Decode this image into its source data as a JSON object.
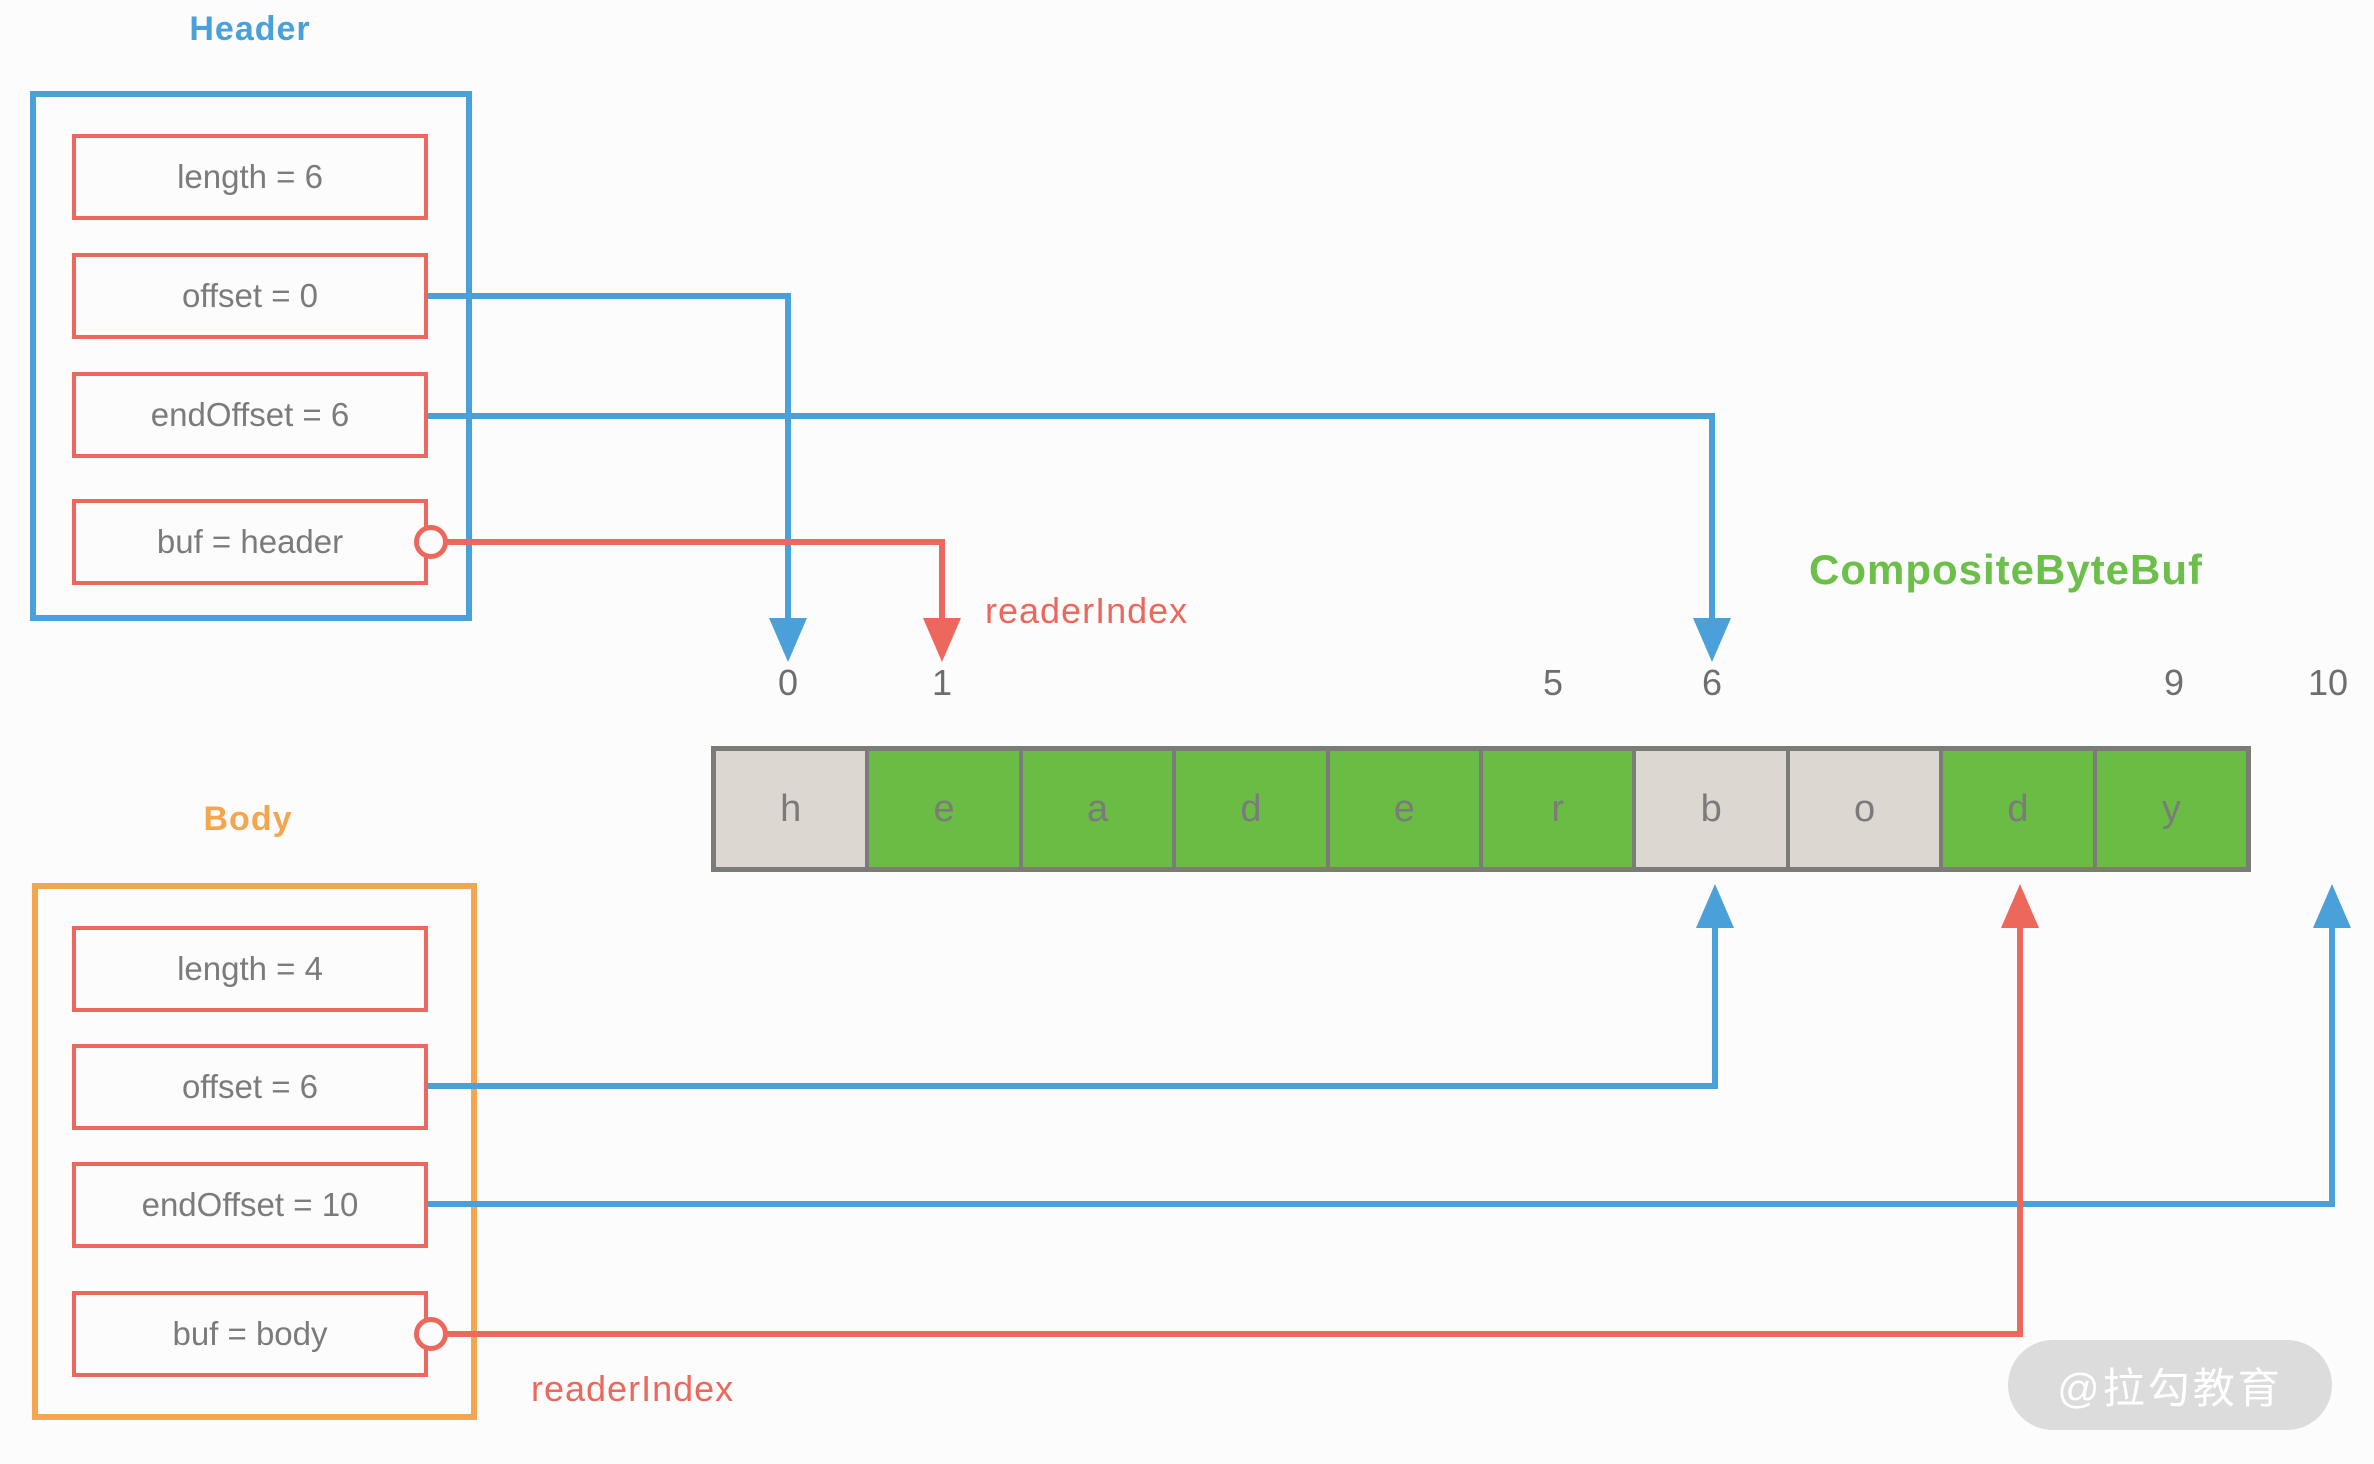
{
  "colors": {
    "blue": "#4aa0d8",
    "red": "#ec685c",
    "orange": "#f5a54f",
    "green": "#6cc04a",
    "cell-green": "#6abc44",
    "cell-gray": "#dcd7d1",
    "cell-border": "#7b7b78",
    "text-gray": "#7b7b7b",
    "label-gray": "#6e6e6e",
    "watermark-bg": "#dcdcdc",
    "watermark-text": "#ffffff",
    "page-bg": "#fcfcfc"
  },
  "header_group": {
    "title": "Header",
    "fields": [
      {
        "label": "length = 6"
      },
      {
        "label": "offset = 0"
      },
      {
        "label": "endOffset = 6"
      },
      {
        "label": "buf = header"
      }
    ]
  },
  "body_group": {
    "title": "Body",
    "fields": [
      {
        "label": "length = 4"
      },
      {
        "label": "offset = 6"
      },
      {
        "label": "endOffset = 10"
      },
      {
        "label": "buf = body"
      }
    ]
  },
  "buffer": {
    "title": "CompositeByteBuf",
    "cells": [
      {
        "char": "h",
        "state": "read"
      },
      {
        "char": "e",
        "state": "data"
      },
      {
        "char": "a",
        "state": "data"
      },
      {
        "char": "d",
        "state": "data"
      },
      {
        "char": "e",
        "state": "data"
      },
      {
        "char": "r",
        "state": "data"
      },
      {
        "char": "b",
        "state": "read"
      },
      {
        "char": "o",
        "state": "read"
      },
      {
        "char": "d",
        "state": "data"
      },
      {
        "char": "y",
        "state": "data"
      }
    ],
    "index_labels": [
      "0",
      "1",
      "5",
      "6",
      "9",
      "10"
    ]
  },
  "annotations": {
    "reader_index_top": "readerIndex",
    "reader_index_bottom": "readerIndex"
  },
  "watermark": "@拉勾教育"
}
